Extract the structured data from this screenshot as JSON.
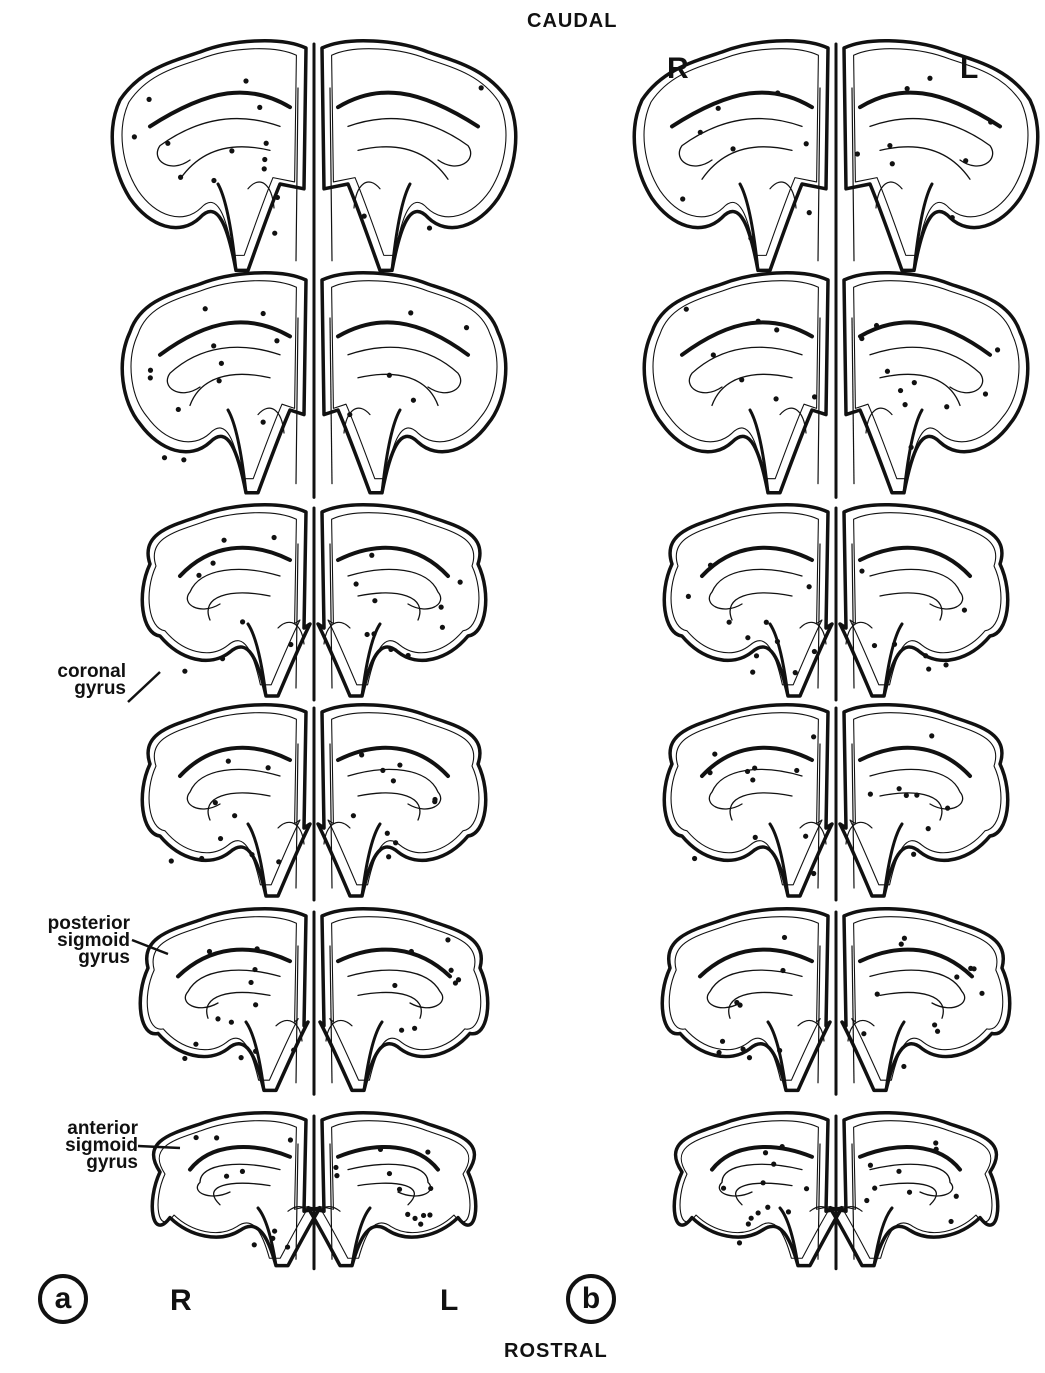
{
  "orientation": {
    "top": "CAUDAL",
    "bottom": "ROSTRAL"
  },
  "panels": [
    {
      "id": "a",
      "right_label": "R",
      "left_label": "L"
    },
    {
      "id": "b",
      "right_label": "R",
      "left_label": "L"
    }
  ],
  "gyrus_labels": {
    "coronal": "coronal gyrus",
    "posterior_sigmoid": "posterior sigmoid gyrus",
    "anterior_sigmoid": "anterior sigmoid gyrus"
  },
  "sections_per_panel": 6,
  "colors": {
    "ink": "#111111",
    "background": "#ffffff"
  }
}
